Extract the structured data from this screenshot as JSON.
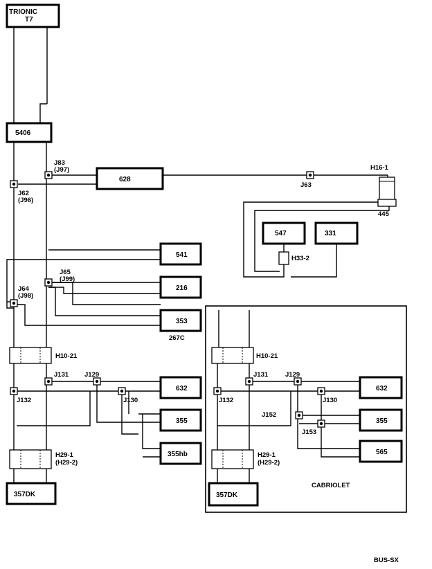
{
  "modules": {
    "trionic_line1": "TRIONIC",
    "trionic_line2": "T7",
    "m5406": "5406",
    "m628": "628",
    "m541": "541",
    "m216": "216",
    "m353": "353",
    "m632": "632",
    "m355": "355",
    "m355hb": "355hb",
    "m357dk": "357DK",
    "m547": "547",
    "m331": "331",
    "m632b": "632",
    "m355b": "355",
    "m565": "565",
    "m357dkb": "357DK"
  },
  "connectors": {
    "h16": "H16-1",
    "h445": "445",
    "h33": "H33-2",
    "h10a": "H10-21",
    "h10b": "H10-21",
    "h29a_1": "H29-1",
    "h29a_2": "(H29-2)",
    "h29b_1": "H29-1",
    "h29b_2": "(H29-2)",
    "c267": "267C"
  },
  "junctions": {
    "j83_1": "J83",
    "j83_2": "(J97)",
    "j62_1": "J62",
    "j62_2": "(J96)",
    "j63": "J63",
    "j65_1": "J65",
    "j65_2": "(J99)",
    "j64_1": "J64",
    "j64_2": "(J98)",
    "j131a": "J131",
    "j129a": "J129",
    "j132a": "J132",
    "j130a": "J130",
    "j131b": "J131",
    "j129b": "J129",
    "j132b": "J132",
    "j130b": "J130",
    "j152": "J152",
    "j153": "J153"
  },
  "region_label": "CABRIOLET",
  "page_label": "BUS-SX"
}
